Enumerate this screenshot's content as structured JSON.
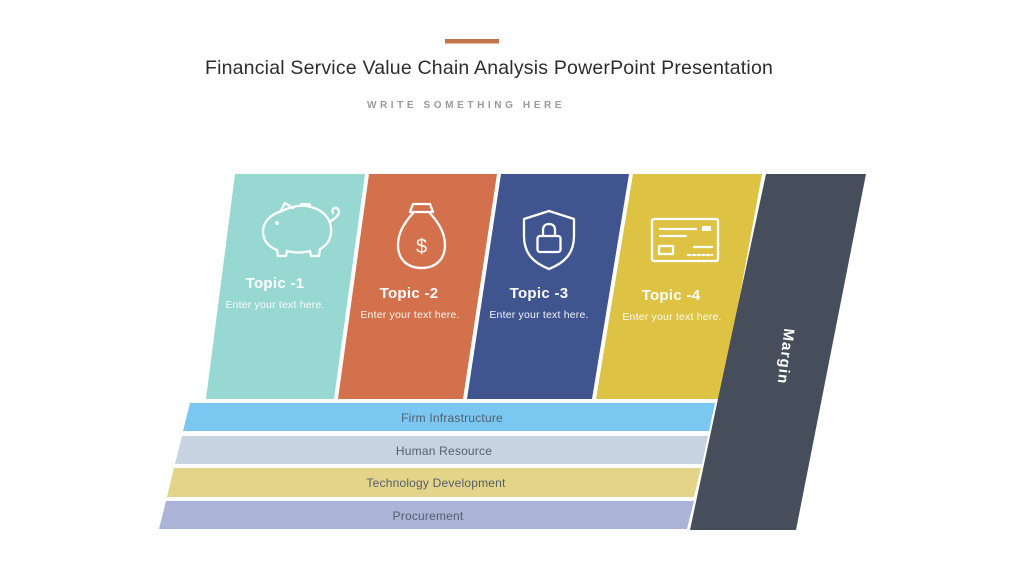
{
  "slide": {
    "title": "Financial Service Value Chain Analysis PowerPoint Presentation",
    "subtitle": "WRITE SOMETHING HERE",
    "accent_color": "#c3734a",
    "title_color": "#2d2d2d",
    "subtitle_color": "#9a9a9a",
    "background_color": "#ffffff"
  },
  "diagram": {
    "topics": [
      {
        "label": "Topic -1",
        "description": "Enter your text here.",
        "color": "#98d8d2",
        "icon": "piggy-bank"
      },
      {
        "label": "Topic -2",
        "description": "Enter your text here.",
        "color": "#d2714c",
        "icon": "money-bag",
        "icon_glyph": "$"
      },
      {
        "label": "Topic -3",
        "description": "Enter your text here.",
        "color": "#405590",
        "icon": "shield-lock"
      },
      {
        "label": "Topic -4",
        "description": "Enter your text here.",
        "color": "#ddc243",
        "icon": "cheque"
      }
    ],
    "margin": {
      "label": "Margin",
      "color": "#464d5b"
    },
    "support_bars": [
      {
        "label": "Firm Infrastructure",
        "color": "#7ac7f2"
      },
      {
        "label": "Human Resource",
        "color": "#c7d3e1"
      },
      {
        "label": "Technology Development",
        "color": "#e3d489"
      },
      {
        "label": "Procurement",
        "color": "#abb4d8"
      }
    ],
    "topic_text_color": "#ffffff",
    "bar_text_color": "#545f6b"
  }
}
